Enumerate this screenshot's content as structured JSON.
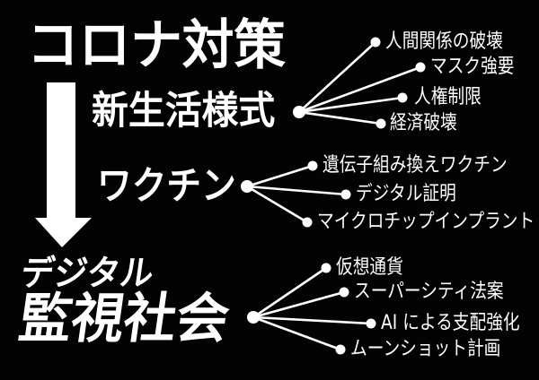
{
  "diagram": {
    "background_color": "#000000",
    "foreground_color": "#ffffff",
    "nodes": {
      "root": "コロナ対策",
      "branch1": {
        "label": "新生活様式",
        "children": [
          "人間関係の破壊",
          "マスク強要",
          "人権制限",
          "経済破壊"
        ]
      },
      "branch2": {
        "label": "ワクチン",
        "children": [
          "遺伝子組み換えワクチン",
          "デジタル証明",
          "マイクロチップインプラント"
        ]
      },
      "outcome": {
        "label_line1": "デジタル",
        "label_line2": "監視社会",
        "children": [
          "仮想通貨",
          "スーパーシティ法案",
          "AI による支配強化",
          "ムーンショット計画"
        ]
      }
    },
    "icons": {
      "arrow": "down-arrow"
    }
  }
}
